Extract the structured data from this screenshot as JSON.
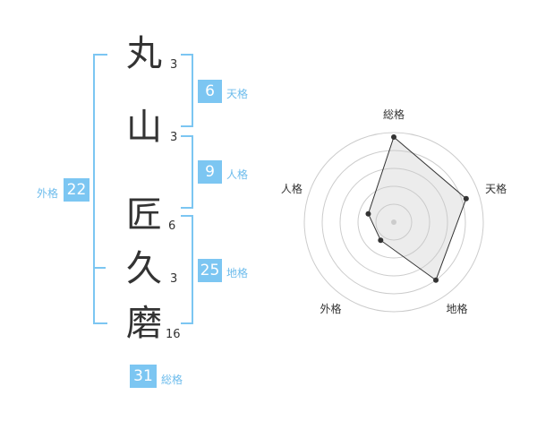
{
  "name": {
    "chars": [
      {
        "char": "丸",
        "strokes": "3"
      },
      {
        "char": "山",
        "strokes": "3"
      },
      {
        "char": "匠",
        "strokes": "6"
      },
      {
        "char": "久",
        "strokes": "3"
      },
      {
        "char": "磨",
        "strokes": "16"
      }
    ]
  },
  "fortunes": {
    "tenkaku": {
      "value": "6",
      "label": "天格"
    },
    "jinkaku": {
      "value": "9",
      "label": "人格"
    },
    "chikaku": {
      "value": "25",
      "label": "地格"
    },
    "gaikaku": {
      "value": "22",
      "label": "外格"
    },
    "soukaku": {
      "value": "31",
      "label": "総格"
    }
  },
  "colors": {
    "badge": "#7cc6f2",
    "label": "#6dbcec",
    "bracket": "#7cc6f2"
  },
  "chart_data": {
    "type": "radar",
    "axes": [
      "総格",
      "天格",
      "地格",
      "外格",
      "人格"
    ],
    "values": [
      0.95,
      0.85,
      0.8,
      0.25,
      0.3
    ],
    "rings": 5
  }
}
